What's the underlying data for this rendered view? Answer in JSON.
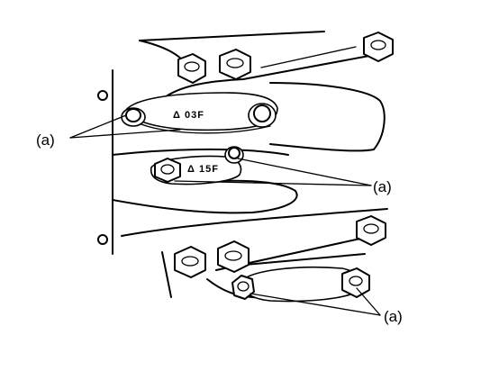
{
  "diagram": {
    "callouts": [
      {
        "label": "(a)"
      },
      {
        "label": "(a)"
      },
      {
        "label": "(a)"
      }
    ],
    "rod_markings": {
      "upper": "Δ 03F",
      "middle": "Δ 15F"
    }
  }
}
